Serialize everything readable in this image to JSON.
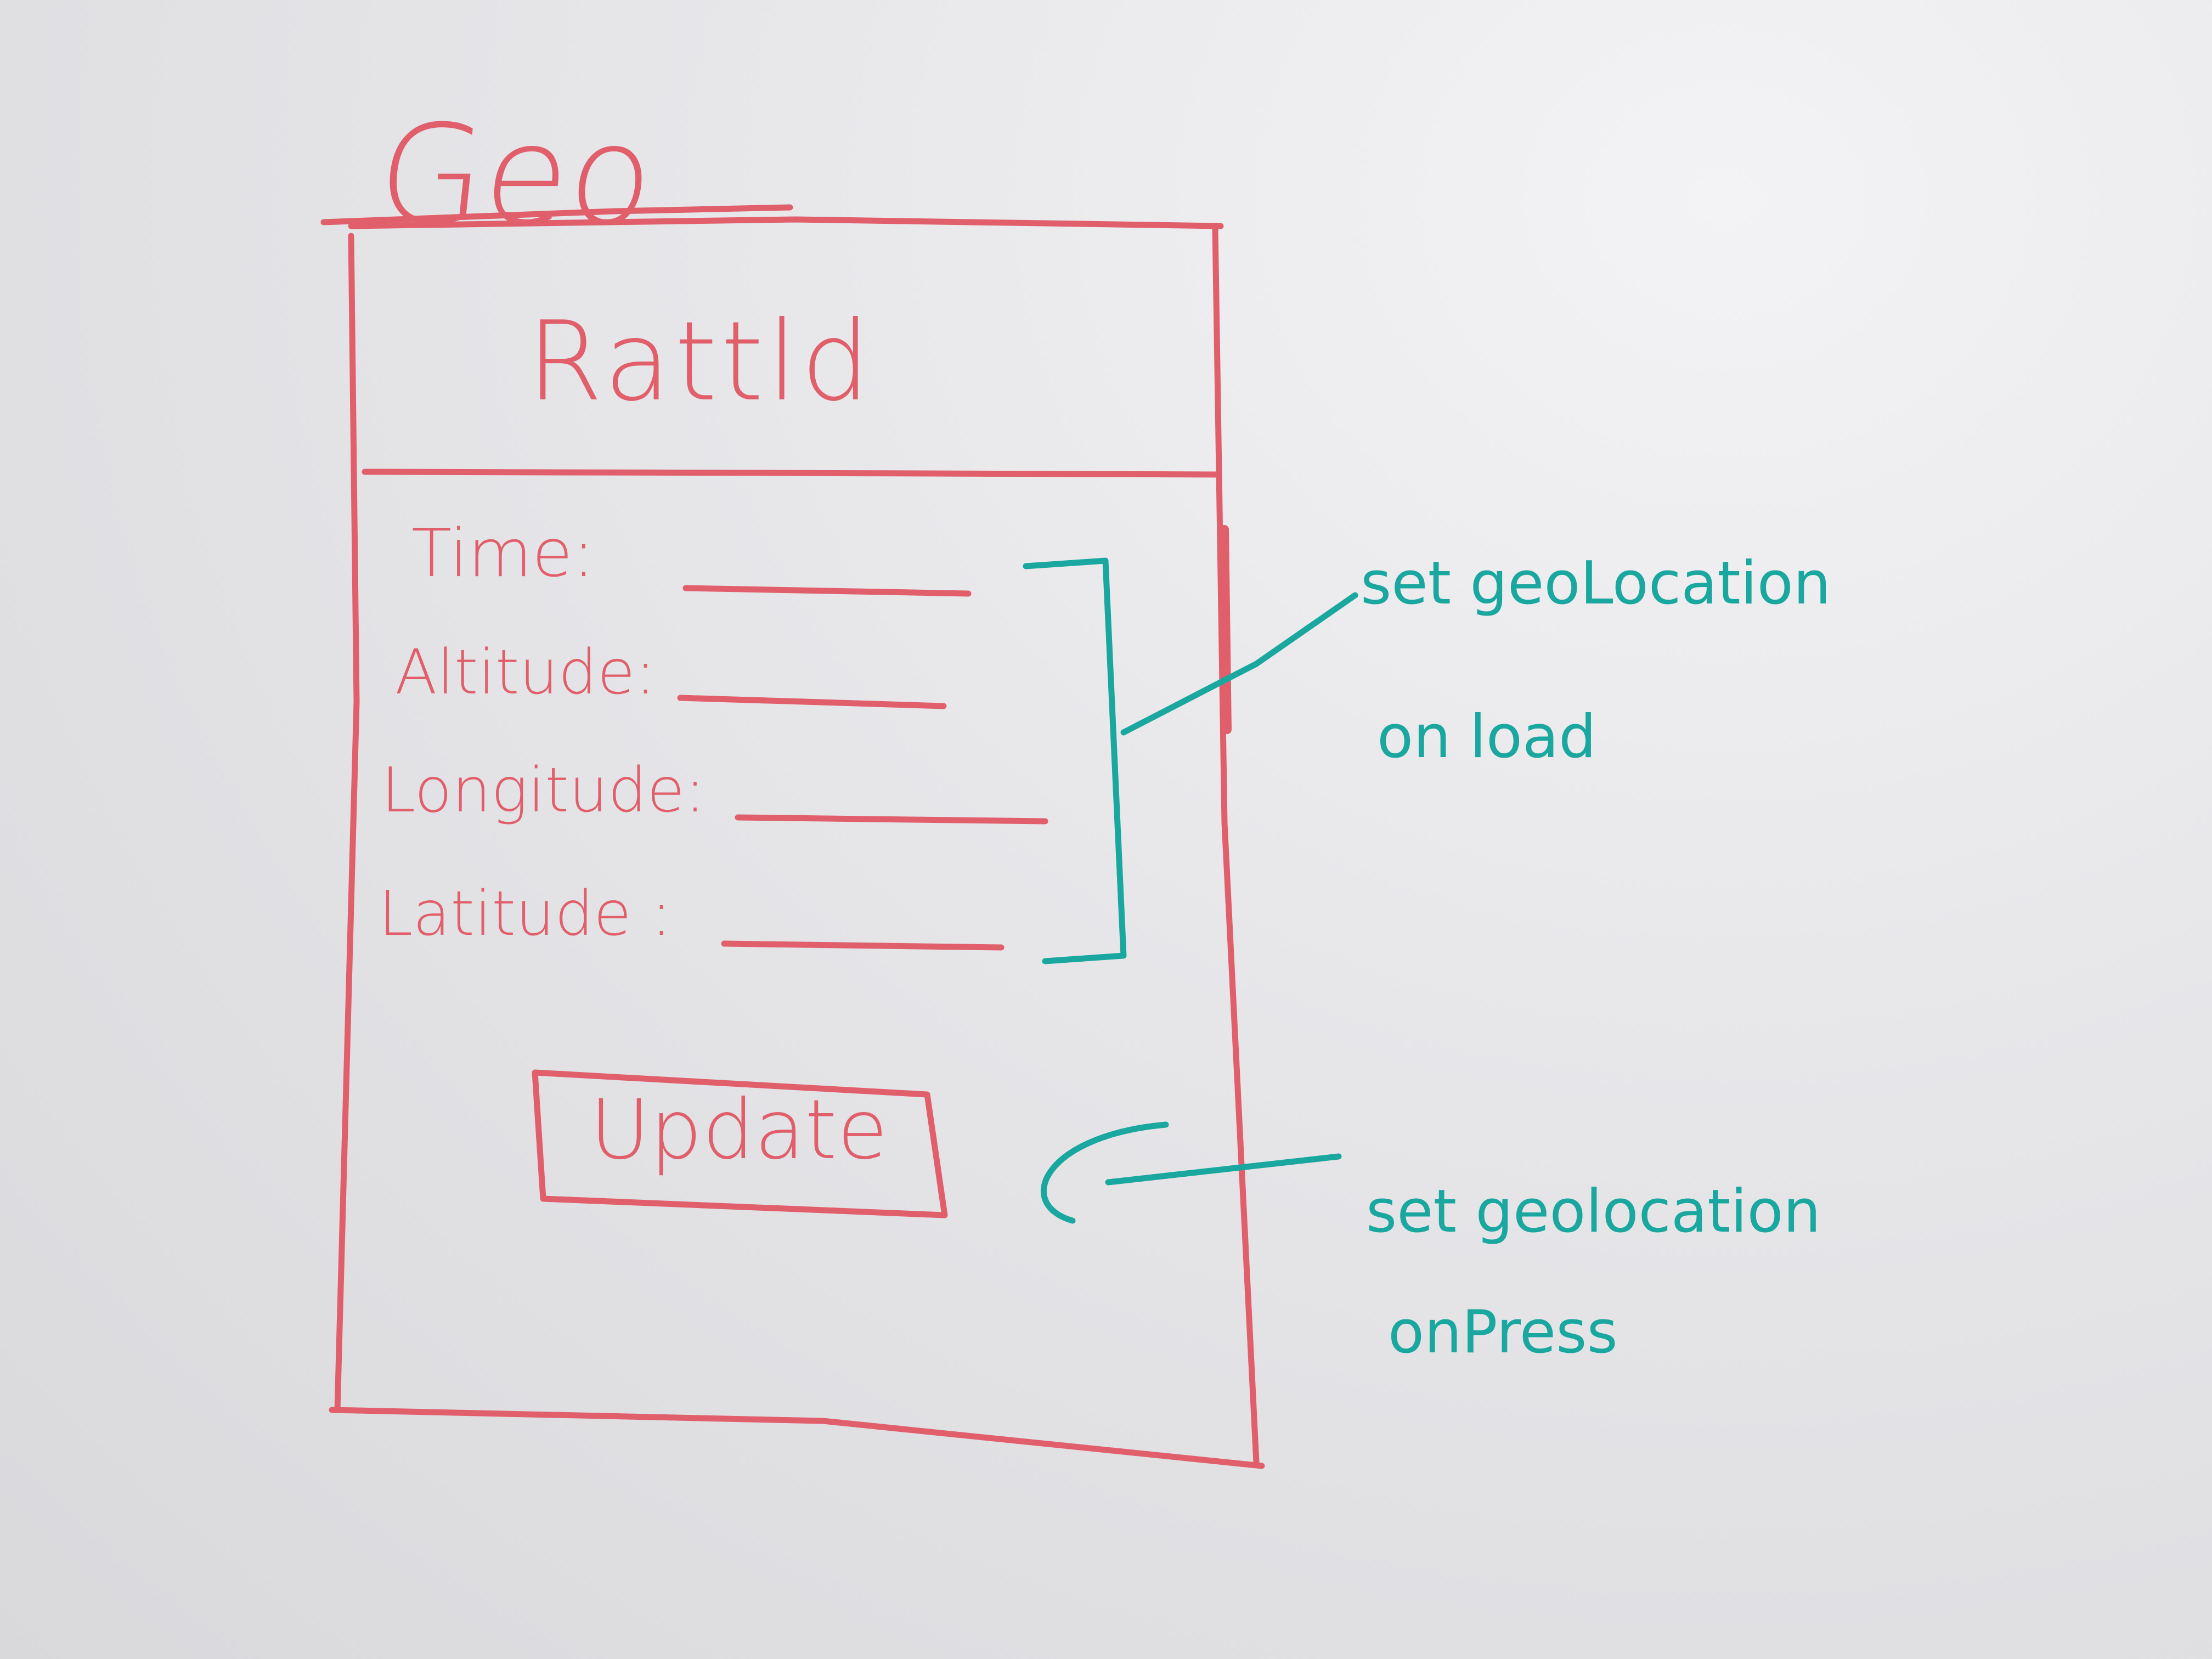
{
  "app_title": "Geo",
  "screen_title": "Rattld",
  "fields": [
    {
      "label": "Time:"
    },
    {
      "label": "Altitude:"
    },
    {
      "label": "Longitude:"
    },
    {
      "label": "Latitude :"
    }
  ],
  "update_button": {
    "label": "Update"
  },
  "annotations": {
    "on_load": [
      "set geoLocation",
      "on load"
    ],
    "on_press": [
      "set geolocation",
      "onPress"
    ]
  },
  "colors": {
    "board": "#e6e6e9",
    "mockup_ink": "#e05f6b",
    "annotation_ink": "#1aa79f"
  }
}
